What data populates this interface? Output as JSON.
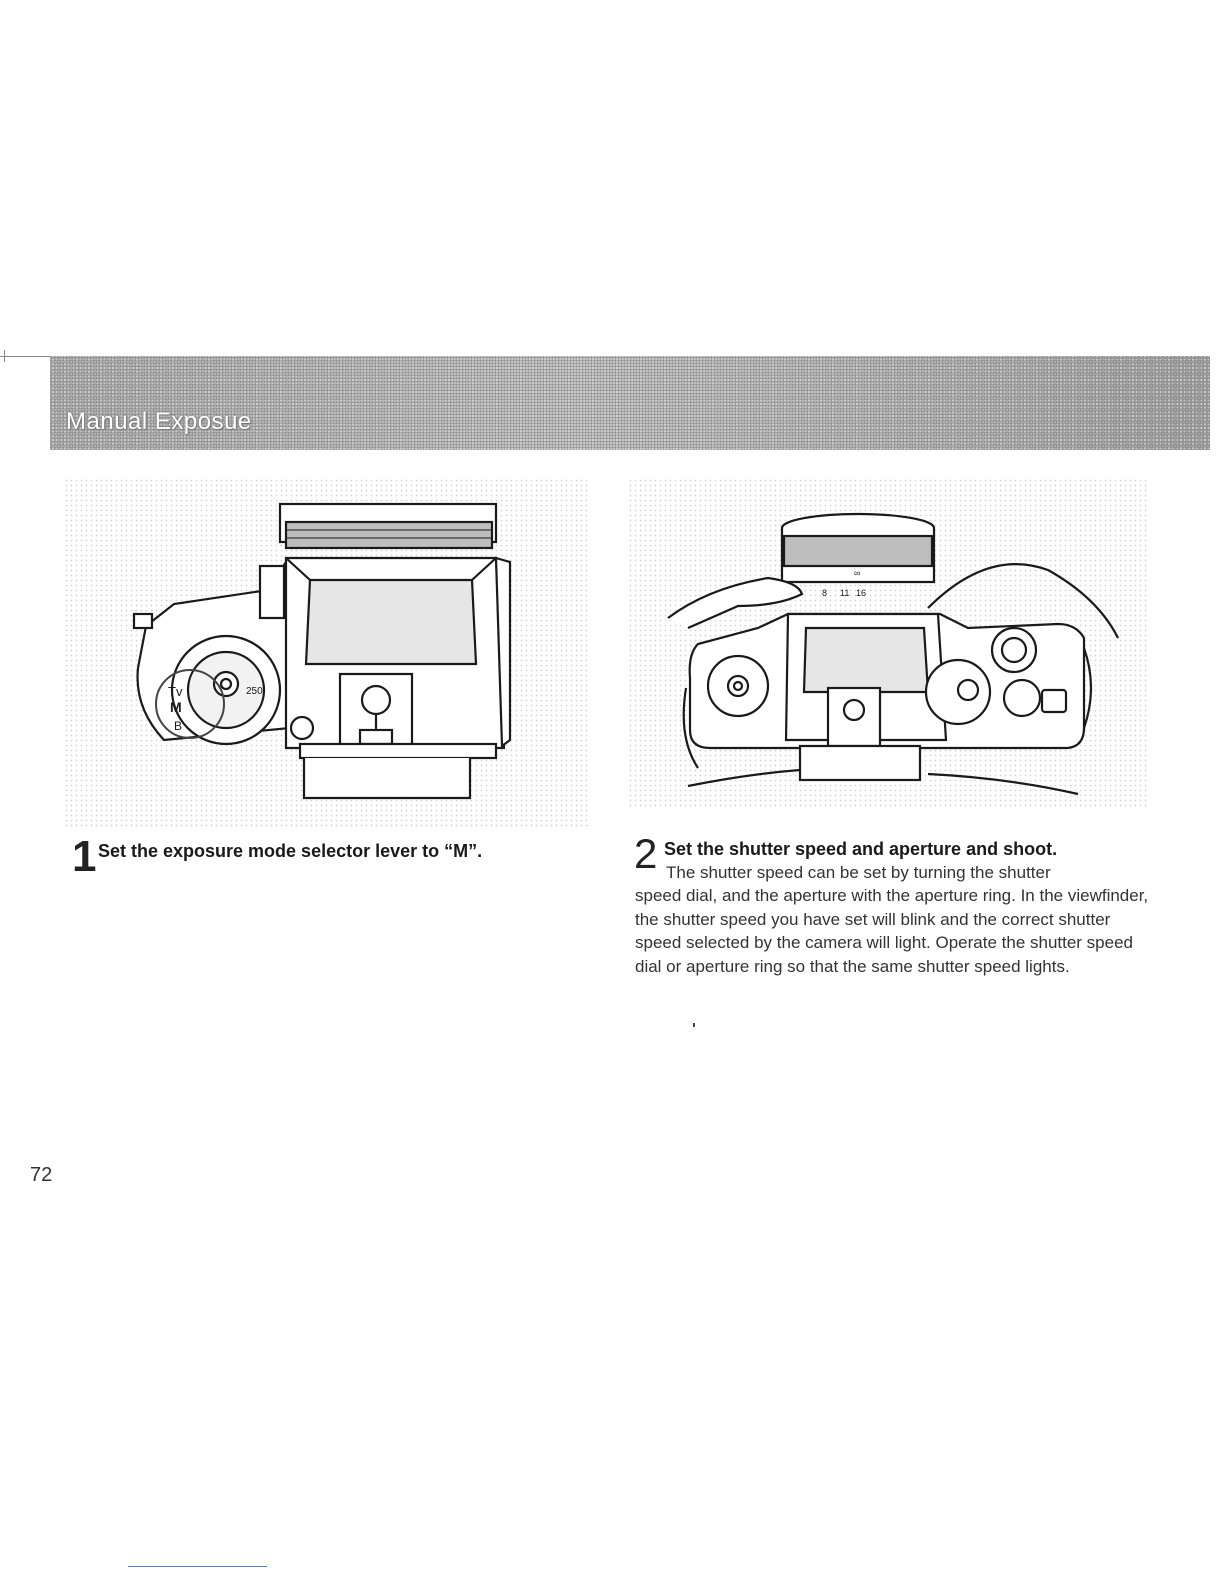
{
  "header": {
    "title": "Manual Exposue"
  },
  "steps": [
    {
      "number": "1",
      "heading": "Set the exposure mode selector lever to “M”."
    },
    {
      "number": "2",
      "heading": "Set the shutter speed and aperture and shoot.",
      "body_first_line": "The shutter speed can be set by turning the shutter",
      "body_rest": "speed dial, and the aperture with the aperture ring. In the viewfinder, the shutter speed you have set will blink and the correct shutter speed selected by the camera will light. Operate the shutter speed dial or aperture ring so that the same shutter speed lights."
    }
  ],
  "figure1": {
    "mode_labels": [
      "Tv",
      "M",
      "B"
    ],
    "dial_label": "250"
  },
  "figure2": {
    "lens_labels": [
      "∞",
      "8",
      "11",
      "16"
    ]
  },
  "page_number": "72"
}
